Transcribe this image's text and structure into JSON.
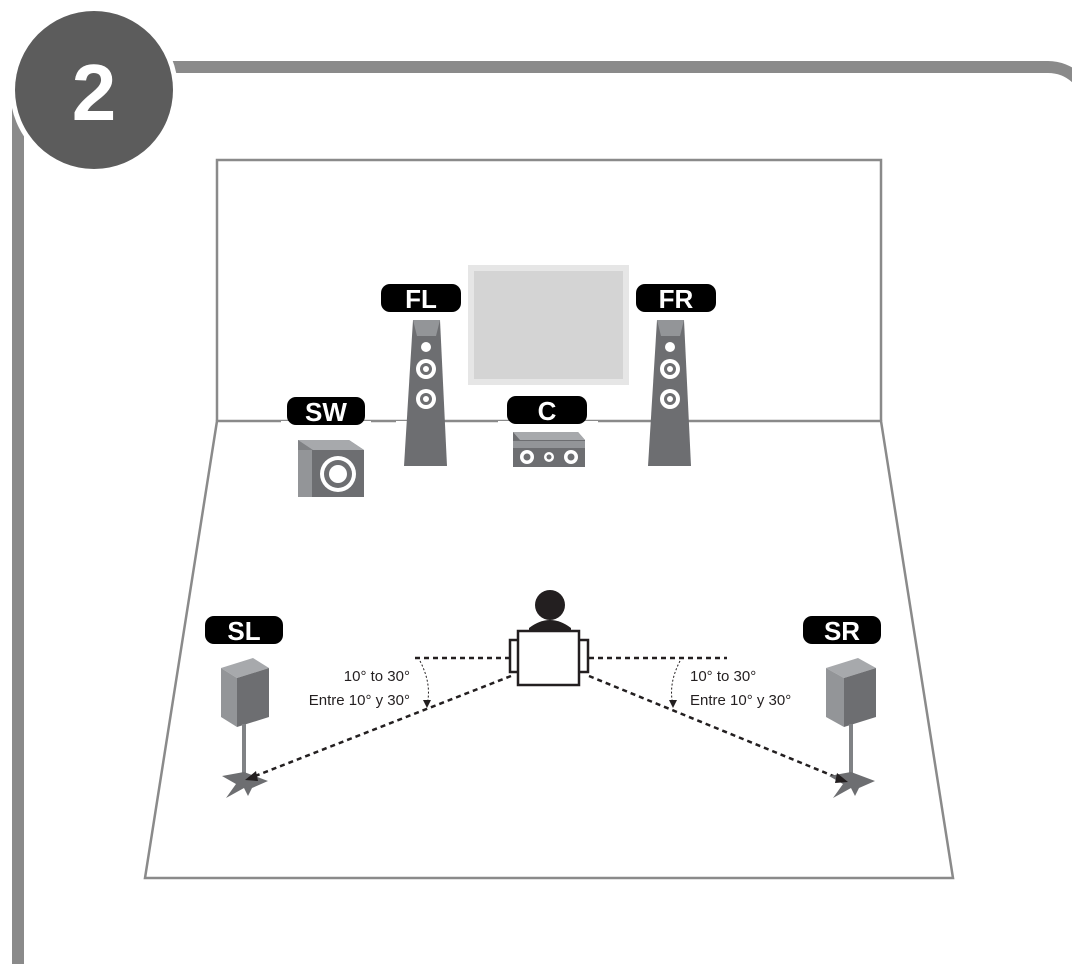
{
  "step_number": "2",
  "speakers": {
    "front_left": {
      "label": "FL"
    },
    "front_right": {
      "label": "FR"
    },
    "center": {
      "label": "C"
    },
    "subwoofer": {
      "label": "SW"
    },
    "surround_left": {
      "label": "SL"
    },
    "surround_right": {
      "label": "SR"
    }
  },
  "angles": {
    "left": {
      "line1": "10° to 30°",
      "line2": "Entre 10° y 30°"
    },
    "right": {
      "line1": "10° to 30°",
      "line2": "Entre 10° y 30°"
    }
  },
  "colors": {
    "frame": "#8a8a8a",
    "badge": "#5c5c5c",
    "tag": "#000000",
    "speaker_dark": "#6d6e71",
    "speaker_mid": "#808285",
    "tv_fill": "#d4d4d4",
    "tv_border": "#e6e6e6",
    "room_line": "#8a8a8a"
  }
}
